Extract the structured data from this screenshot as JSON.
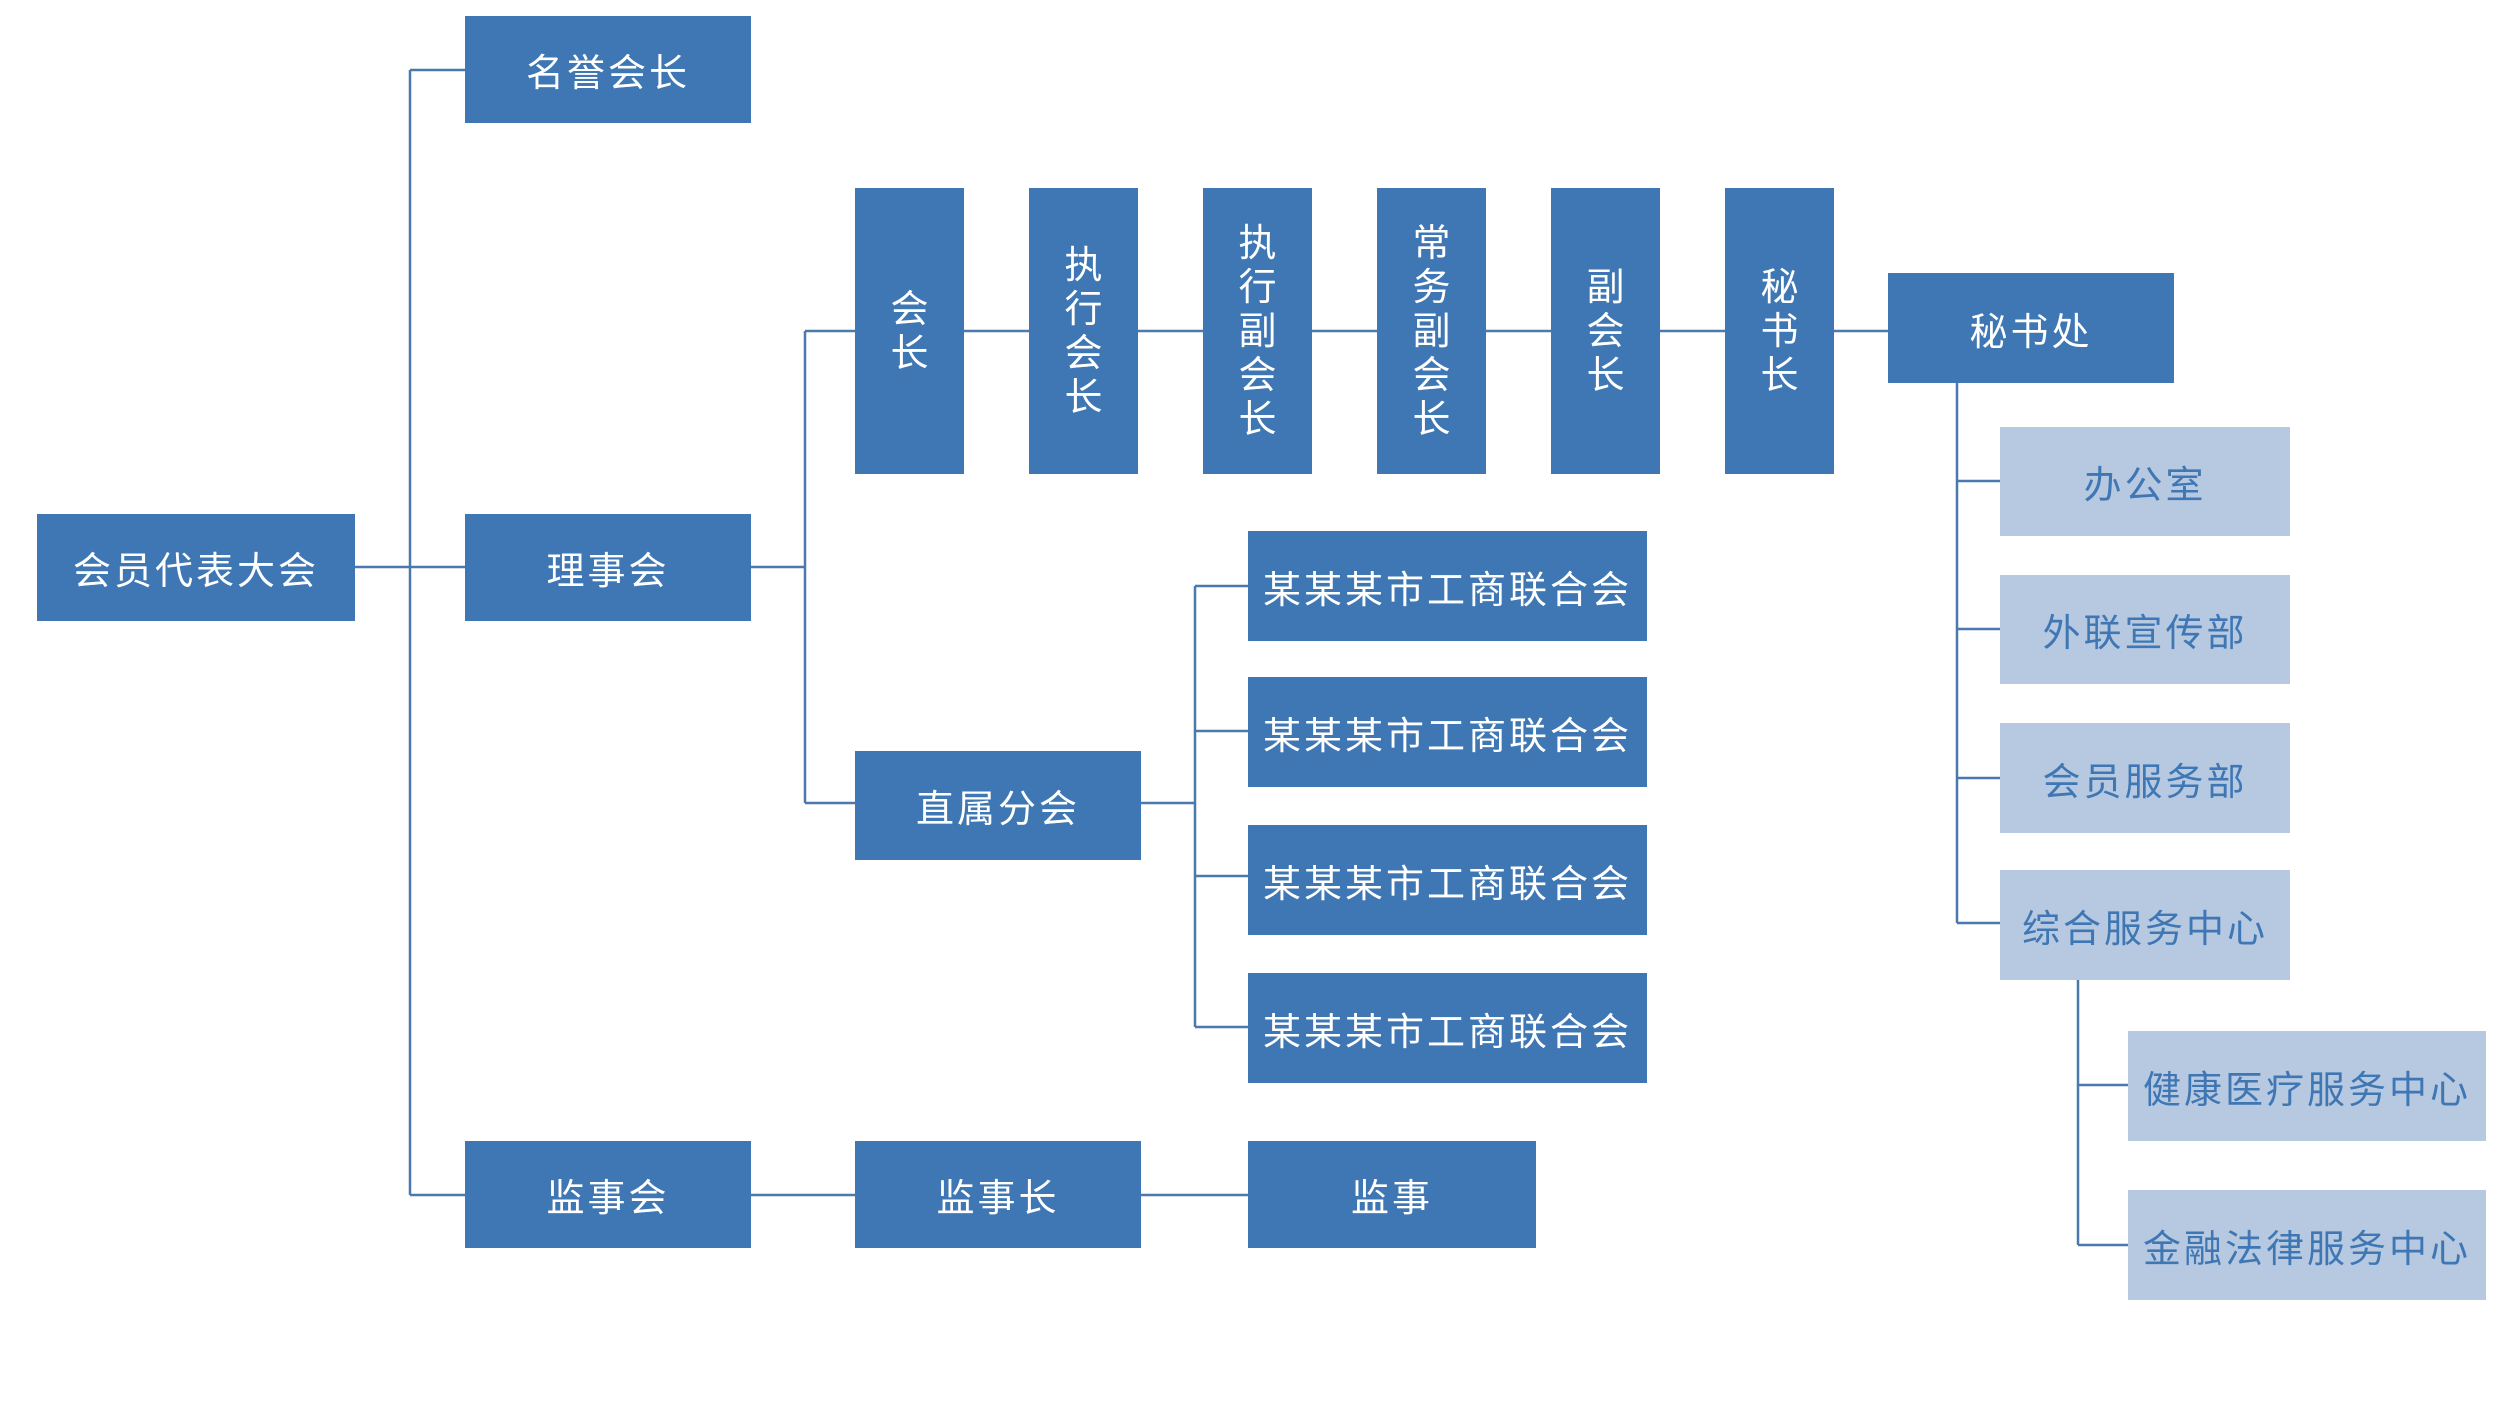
{
  "nodes": {
    "assembly": "会员代表大会",
    "honorary_president": "名誉会长",
    "council": "理事会",
    "supervisory_board": "监事会",
    "president": "会长",
    "executive_president": "执行会长",
    "executive_vice_president": "执行副会长",
    "standing_vice_president": "常务副会长",
    "vice_president": "副会长",
    "secretary_general": "秘书长",
    "secretariat": "秘书处",
    "office": "办公室",
    "liaison_publicity": "外联宣传部",
    "member_services": "会员服务部",
    "service_center": "综合服务中心",
    "health_center": "健康医疗服务中心",
    "finance_law_center": "金融法律服务中心",
    "branch": "直属分会",
    "federations": [
      "某某某市工商联合会",
      "某某某市工商联合会",
      "某某某市工商联合会",
      "某某某市工商联合会"
    ],
    "chief_supervisor": "监事长",
    "supervisor": "监事"
  },
  "colors": {
    "box_dark": "#3f77b4",
    "box_light": "#b7c9e1",
    "text_light_box": "#3f77b4",
    "connector": "#4a79ad"
  }
}
